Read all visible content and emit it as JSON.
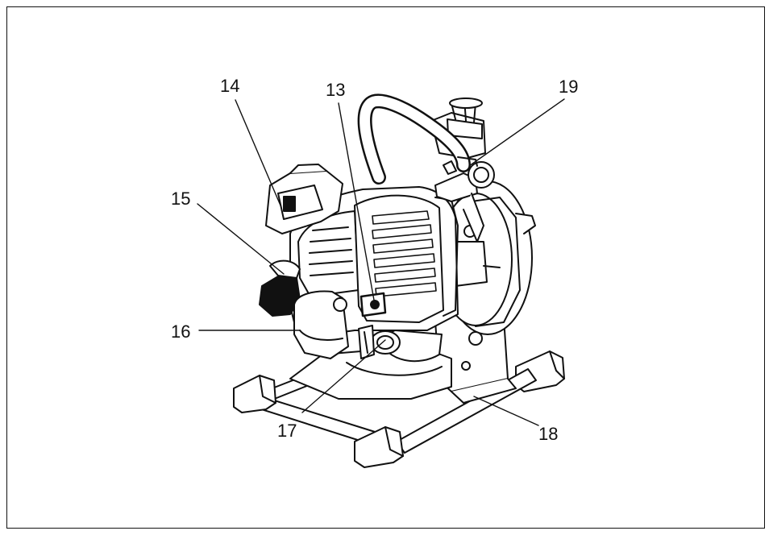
{
  "callouts": {
    "c13": "13",
    "c14": "14",
    "c15": "15",
    "c16": "16",
    "c17": "17",
    "c18": "18",
    "c19": "19"
  },
  "colors": {
    "ink": "#111111",
    "background": "#ffffff",
    "fill": "#ffffff",
    "shade": "#222222"
  }
}
